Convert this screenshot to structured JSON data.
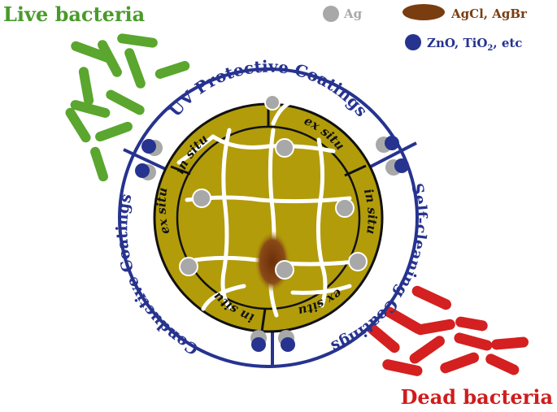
{
  "labels": {
    "live_bacteria": "Live bacteria",
    "dead_bacteria": "Dead bacteria",
    "uv_coatings": "UV Protective Coatings",
    "self_cleaning": "Self-cleaning Coatings",
    "conductive": "Conductive Coatings"
  },
  "segments": {
    "top_left": "in situ",
    "top_right": "ex situ",
    "right": "in situ",
    "bottom_right": "ex situ",
    "bottom_left": "in situ",
    "left": "ex situ"
  },
  "legend": [
    {
      "label": "Ag",
      "marker": "grey-circle"
    },
    {
      "label": "AgCl, AgBr",
      "marker": "brown-ellipse"
    },
    {
      "label": "ZnO, TiO",
      "sub": "2",
      "suffix": ", etc",
      "marker": "blue-circle"
    }
  ],
  "colors": {
    "live": "#4a9a2a",
    "dead": "#d01c1c",
    "blue": "#26338f",
    "core": "#b29c0a",
    "brown": "#7a3d10",
    "grey": "#a8a8a8"
  }
}
